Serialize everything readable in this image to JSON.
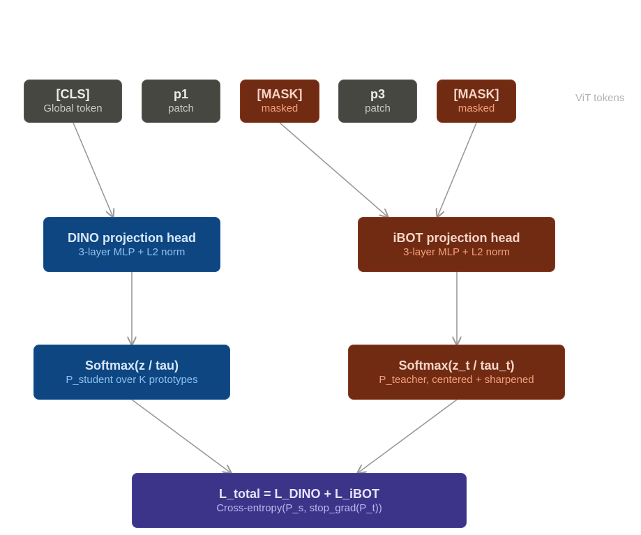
{
  "tokens_label": "ViT tokens",
  "tokens": [
    {
      "title": "[CLS]",
      "sub": "Global token"
    },
    {
      "title": "p1",
      "sub": "patch"
    },
    {
      "title": "[MASK]",
      "sub": "masked"
    },
    {
      "title": "p3",
      "sub": "patch"
    },
    {
      "title": "[MASK]",
      "sub": "masked"
    }
  ],
  "dino_head": {
    "title": "DINO projection head",
    "sub": "3-layer MLP + L2 norm"
  },
  "ibot_head": {
    "title": "iBOT projection head",
    "sub": "3-layer MLP + L2 norm"
  },
  "softmax_student": {
    "title": "Softmax(z / tau)",
    "sub": "P_student over K prototypes"
  },
  "softmax_teacher": {
    "title": "Softmax(z_t / tau_t)",
    "sub": "P_teacher, centered + sharpened"
  },
  "loss": {
    "title": "L_total = L_DINO + L_iBOT",
    "sub": "Cross-entropy(P_s, stop_grad(P_t))"
  },
  "colors": {
    "token": "#474742",
    "masked": "#712b13",
    "dino": "#0d4680",
    "ibot": "#712b13",
    "loss": "#3c3488",
    "edge": "#9a9a95"
  }
}
